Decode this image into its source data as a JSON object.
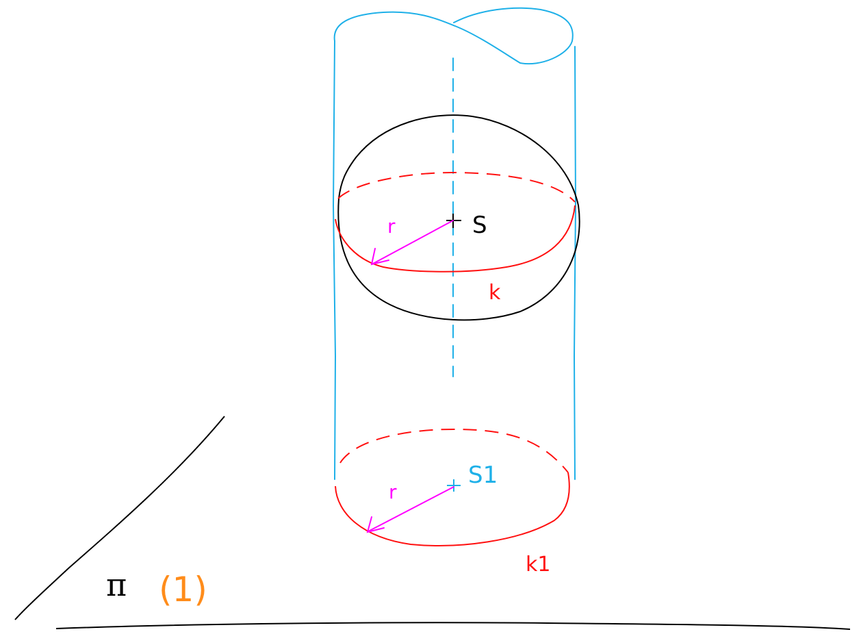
{
  "labels": {
    "center": "S",
    "center_projection": "S1",
    "circle": "k",
    "circle_projection": "k1",
    "radius_top": "r",
    "radius_bottom": "r",
    "plane": "π",
    "plane_note": "(1)"
  },
  "colors": {
    "sphere": "#000000",
    "cylinder": "#1eb0e8",
    "circle": "#ff1010",
    "radius": "#ff00ff",
    "plane": "#000000",
    "plane_note": "#ff8c1a"
  }
}
